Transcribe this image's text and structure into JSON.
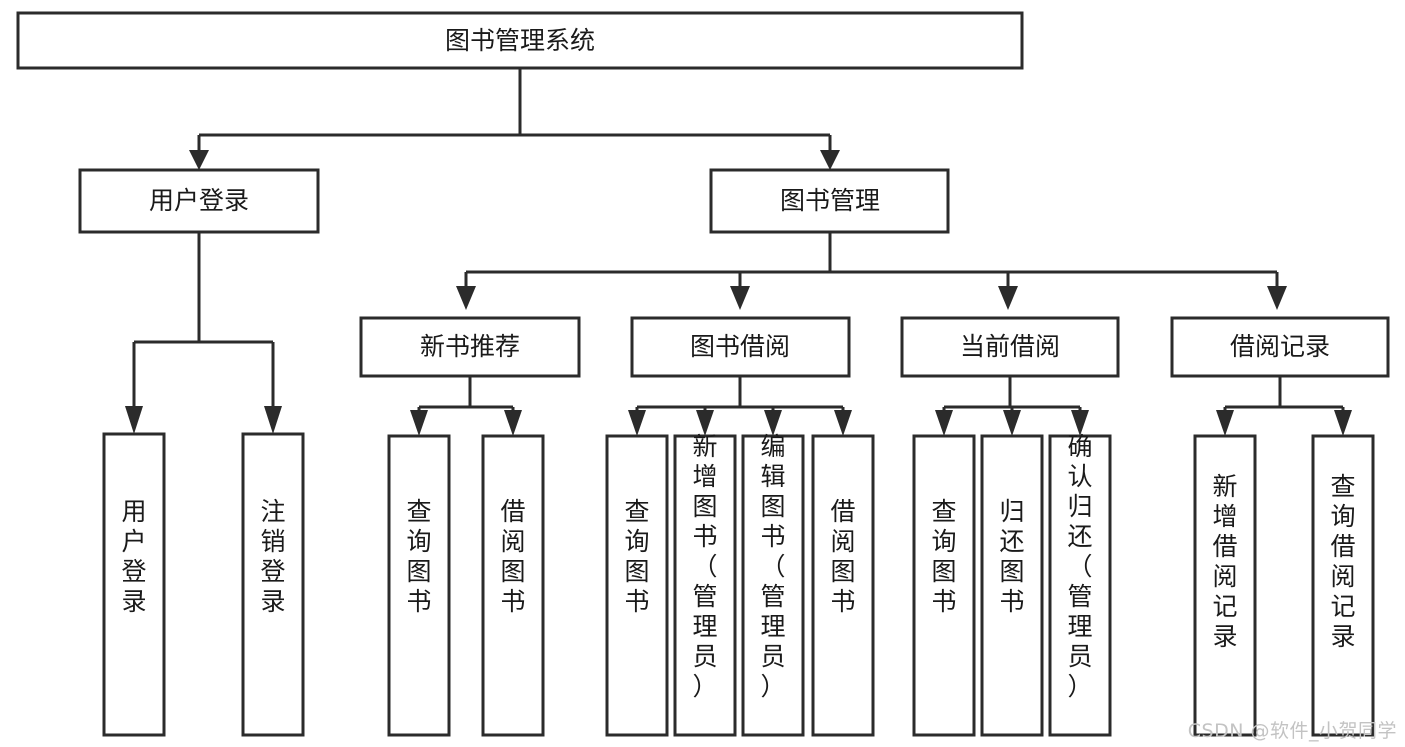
{
  "diagram": {
    "type": "tree-hierarchy",
    "title": "图书管理系统",
    "watermark": "CSDN @软件_小贺同学",
    "colors": {
      "stroke": "#2b2b2b",
      "box_fill": "#ffffff",
      "text": "#1a1a1a",
      "background": "#ffffff",
      "watermark": "#c3c3c3"
    },
    "levels": {
      "root_label": "图书管理系统",
      "level2": [
        "用户登录",
        "图书管理"
      ],
      "level3": [
        "新书推荐",
        "图书借阅",
        "当前借阅",
        "借阅记录"
      ]
    },
    "nodes": {
      "root": {
        "label": "图书管理系统"
      },
      "user_login": {
        "label": "用户登录"
      },
      "book_manage": {
        "label": "图书管理"
      },
      "new_book_rec": {
        "label": "新书推荐"
      },
      "book_borrow": {
        "label": "图书借阅"
      },
      "current_borrow": {
        "label": "当前借阅"
      },
      "borrow_record": {
        "label": "借阅记录"
      }
    },
    "leaves": {
      "user_login": [
        "用户登录",
        "注销登录"
      ],
      "new_book_rec": [
        "查询图书",
        "借阅图书"
      ],
      "book_borrow": [
        "查询图书",
        "新增图书（管理员）",
        "编辑图书（管理员）",
        "借阅图书"
      ],
      "current_borrow": [
        "查询图书",
        "归还图书",
        "确认归还（管理员）"
      ],
      "borrow_record": [
        "新增借阅记录",
        "查询借阅记录"
      ]
    }
  }
}
